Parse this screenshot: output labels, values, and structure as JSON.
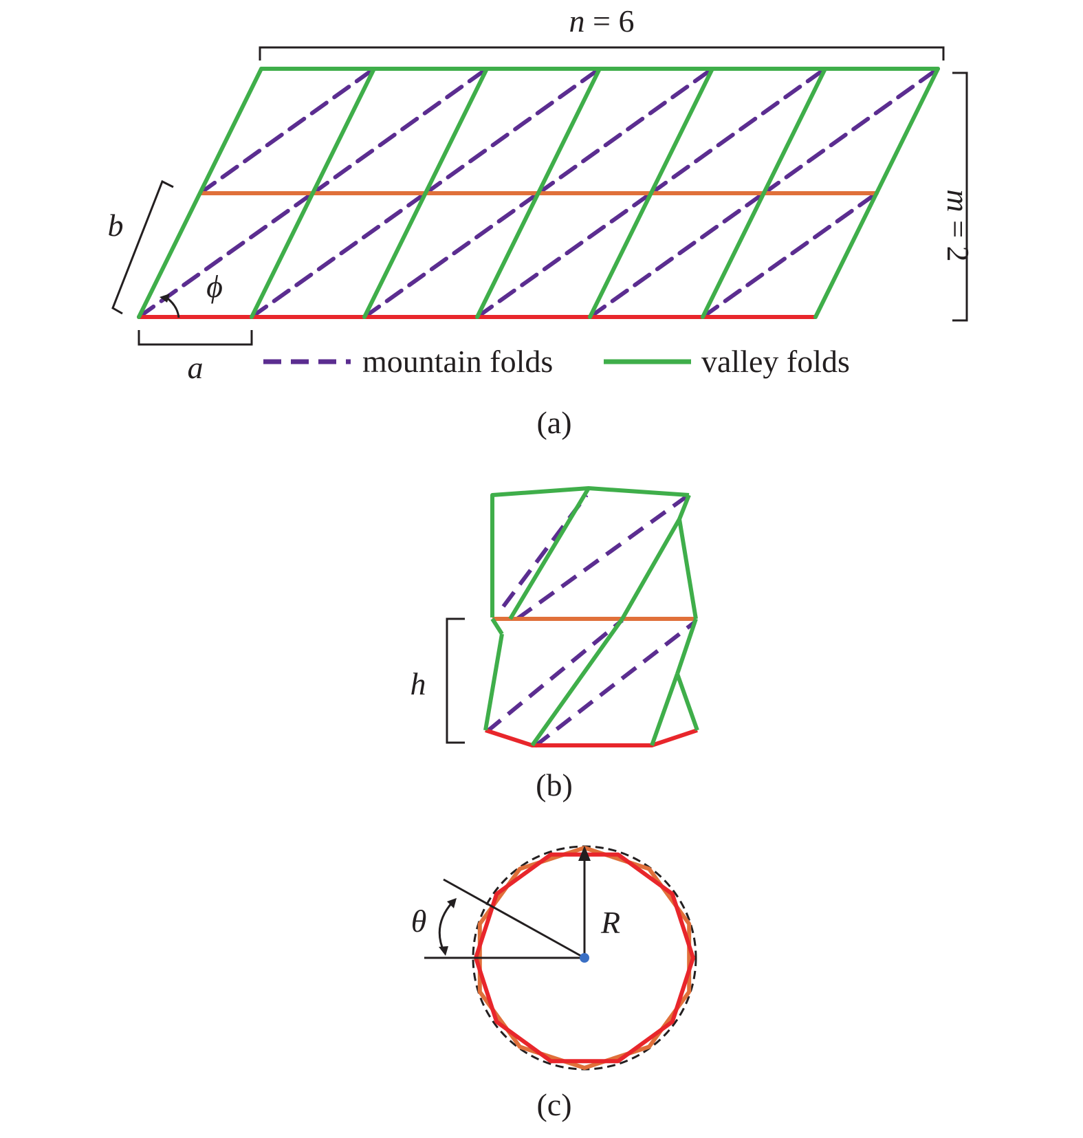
{
  "figure": {
    "panel_a": {
      "caption": "(a)",
      "n_label": {
        "var": "n",
        "eq": " = 6"
      },
      "m_label": {
        "var": "m",
        "eq": " = 2"
      },
      "a_label": "a",
      "b_label": "b",
      "phi_label": "ϕ",
      "legend": {
        "mountain": "mountain folds",
        "valley": "valley folds"
      }
    },
    "panel_b": {
      "caption": "(b)",
      "h_label": "h"
    },
    "panel_c": {
      "caption": "(c)",
      "R_label": "R",
      "theta_label": "θ"
    },
    "colors": {
      "valley": "#3fae4a",
      "mountain": "#5b2d90",
      "middle_edge": "#e0703a",
      "bottom_edge": "#e8262b",
      "bracket": "#231f20",
      "center_dot": "#3a6fc4"
    }
  }
}
